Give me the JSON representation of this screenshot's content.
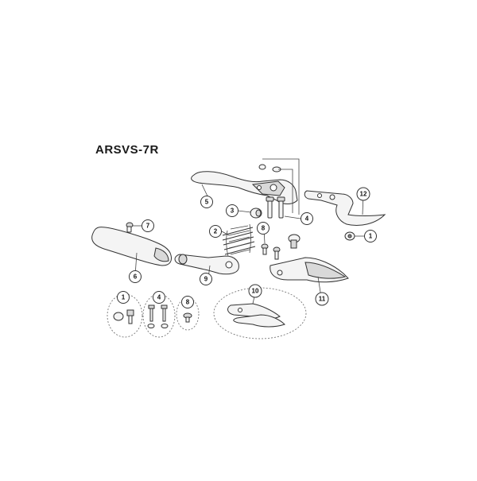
{
  "model": "ARSVS-7R",
  "callouts": [
    {
      "id": "c1",
      "label": "1"
    },
    {
      "id": "c2",
      "label": "2"
    },
    {
      "id": "c3",
      "label": "3"
    },
    {
      "id": "c4",
      "label": "4"
    },
    {
      "id": "c5",
      "label": "5"
    },
    {
      "id": "c6",
      "label": "6"
    },
    {
      "id": "c7",
      "label": "7"
    },
    {
      "id": "c8",
      "label": "8"
    },
    {
      "id": "c9",
      "label": "9"
    },
    {
      "id": "c10",
      "label": "10"
    },
    {
      "id": "c11",
      "label": "11"
    },
    {
      "id": "c12",
      "label": "12"
    },
    {
      "id": "c1b",
      "label": "1"
    },
    {
      "id": "c4b",
      "label": "4"
    },
    {
      "id": "c8b",
      "label": "8"
    }
  ]
}
